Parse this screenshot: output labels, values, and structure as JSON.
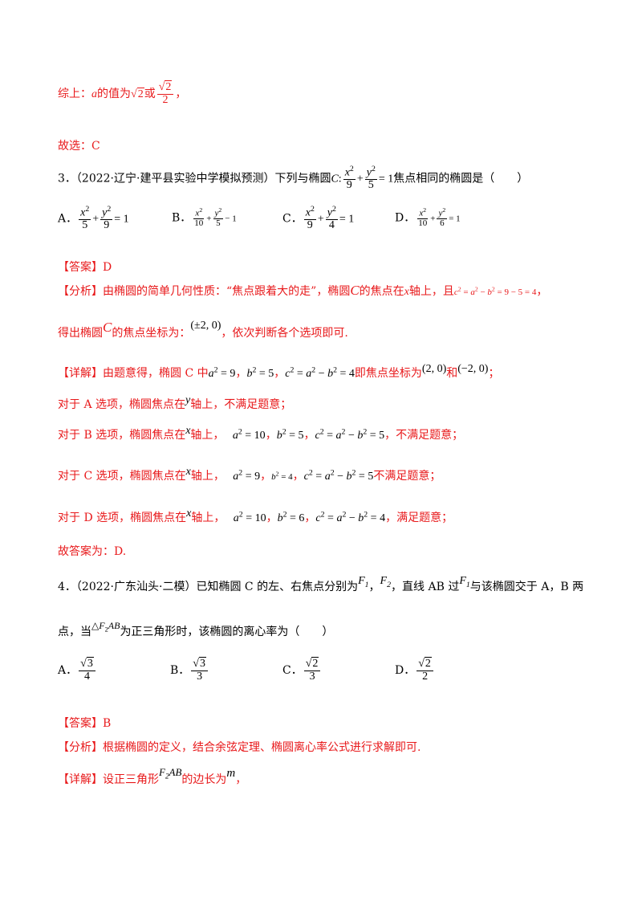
{
  "p1": {
    "pre": "综上：",
    "a": "a",
    "mid": "的值为",
    "sqrt2": "2",
    "or": "或",
    "num": "2",
    "den": "2",
    "end": "，"
  },
  "p2": "故选：C",
  "q3": {
    "num": "3．",
    "src": "（2022·辽宁·建平县实验中学模拟预测）",
    "t1": "下列与椭圆",
    "C": "C",
    "eqTail": "= 1",
    "t2": "焦点相同的椭圆是（　　）",
    "optA": {
      "label": "A．",
      "d1": "5",
      "d2": "9",
      "eq": "= 1"
    },
    "optB": {
      "label": "B．",
      "d1": "10",
      "d2": "5",
      "eq": "− 1"
    },
    "optC": {
      "label": "C．",
      "d1": "9",
      "d2": "4",
      "eq": "= 1"
    },
    "optD": {
      "label": "D．",
      "d1": "10",
      "d2": "6",
      "eq": "= 1"
    }
  },
  "ans3": "【答案】D",
  "ana3": {
    "tag": "【分析】",
    "t1": "由椭圆的简单几何性质：“焦点跟着大的走”，椭圆",
    "t2": "的焦点在",
    "t3": "轴上，且",
    "eq": "= 9 − 5 = 4",
    "end": "，"
  },
  "ana3b": {
    "t1": "得出椭圆",
    "t2": "的焦点坐标为：",
    "coord": "(±2, 0)",
    "t3": "，依次判断各个选项即可."
  },
  "det3": {
    "tag": "【详解】",
    "t1": "由题意得，椭圆 C 中",
    "a2": "= 9",
    "b2": "= 5",
    "c2": "= 4",
    "t2": "即焦点坐标为",
    "p1": "(2, 0)",
    "and": "和",
    "p2": "(−2, 0)",
    "end": "；"
  },
  "lineA": {
    "t1": "对于 A 选项，椭圆焦点在",
    "axis": "y",
    "t2": "轴上，不满足题意；"
  },
  "lineB": {
    "t1": "对于 B 选项，椭圆焦点在",
    "axis": "x",
    "t2": "轴上，",
    "a2": "= 10",
    "b2": "= 5",
    "c2": "= 5",
    "end": "，不满足题意；"
  },
  "lineC": {
    "t1": "对于 C 选项，椭圆焦点在",
    "axis": "x",
    "t2": "轴上，",
    "a2": "= 9",
    "b2": "= 4",
    "c2": "= 5",
    "end": "不满足题意；"
  },
  "lineD": {
    "t1": "对于 D 选项，椭圆焦点在",
    "axis": "x",
    "t2": "轴上，",
    "a2": "= 10",
    "b2": "= 6",
    "c2": "= 4",
    "end": "，满足题意；"
  },
  "fin3": "故答案为：D.",
  "q4": {
    "num": "4．",
    "src": "（2022·广东汕头·二模）",
    "t1": "已知椭圆 C 的左、右焦点分别为",
    "F1": "F",
    "t2": "，直线 AB 过",
    "t3": "与该椭圆交于 A，B 两",
    "l2a": "点，当",
    "tri": "F",
    "triTail": "AB",
    "l2b": "为正三角形时，该椭圆的离心率为（　　）",
    "optA": {
      "label": "A．",
      "r": "3",
      "d": "4"
    },
    "optB": {
      "label": "B．",
      "r": "3",
      "d": "3"
    },
    "optC": {
      "label": "C．",
      "r": "2",
      "d": "3"
    },
    "optD": {
      "label": "D．",
      "r": "2",
      "d": "2"
    }
  },
  "ans4": "【答案】B",
  "ana4": {
    "tag": "【分析】",
    "t": "根据椭圆的定义，结合余弦定理、椭圆离心率公式进行求解即可."
  },
  "det4": {
    "tag": "【详解】",
    "t1": "设正三角形",
    "t2": "的边长为",
    "m": "m",
    "end": "，"
  }
}
